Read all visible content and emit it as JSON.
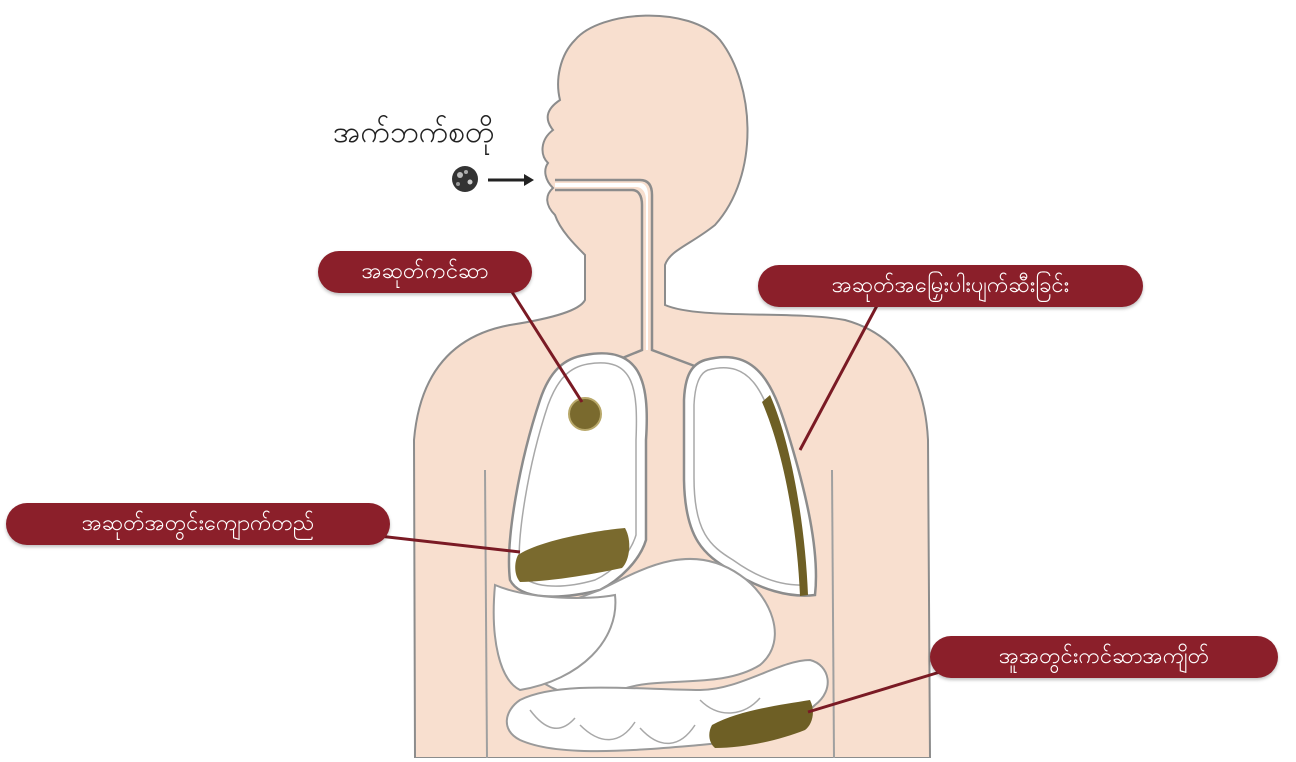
{
  "diagram": {
    "intake_label": "အက်ဘက်စတို",
    "callouts": {
      "lung_cancer": "အဆုတ်ကင်ဆာ",
      "pleural": "အဆုတ်အမြှေးပါးပျက်ဆီးခြင်း",
      "asbestosis": "အဆုတ်အတွင်းကျောက်တည်",
      "bowel_cancer": "အူအတွင်းကင်ဆာအကျိတ်"
    },
    "colors": {
      "skin": "#f8dfcf",
      "outline": "#9a9a9a",
      "callout_fill": "#8b1f2a",
      "deposit": "#7a6a2e"
    },
    "icons": [
      "fiber-particle-icon",
      "arrow-right-icon"
    ]
  }
}
